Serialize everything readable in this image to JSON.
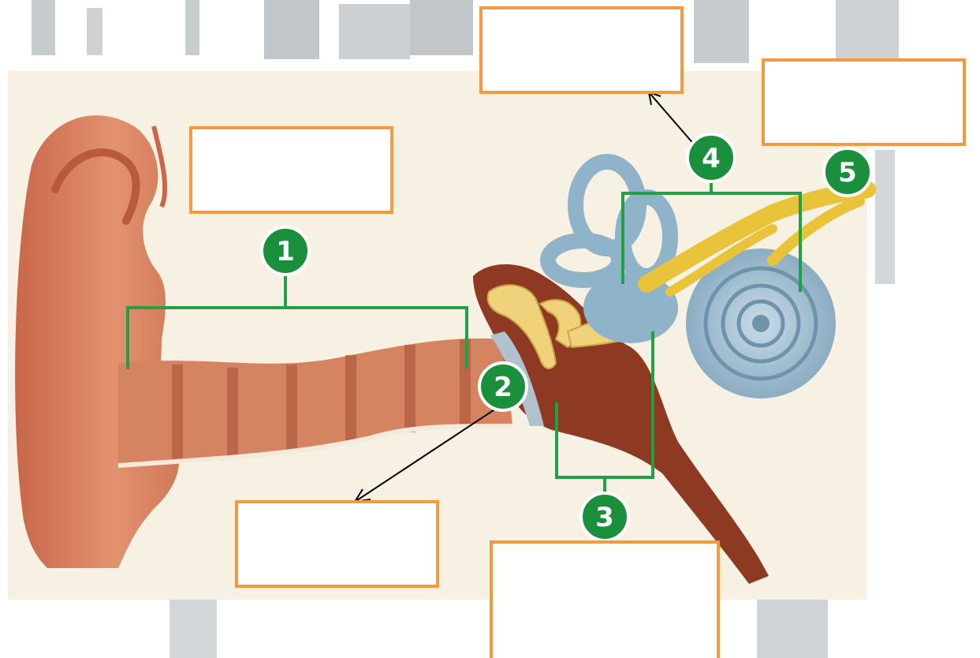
{
  "diagram": {
    "subject": "human-ear-cross-section",
    "badges": [
      {
        "id": "1",
        "label": "1"
      },
      {
        "id": "2",
        "label": "2"
      },
      {
        "id": "3",
        "label": "3"
      },
      {
        "id": "4",
        "label": "4"
      },
      {
        "id": "5",
        "label": "5"
      }
    ],
    "answer_boxes": [
      {
        "id": "box-top-left",
        "value": ""
      },
      {
        "id": "box-top-center",
        "value": ""
      },
      {
        "id": "box-top-right",
        "value": ""
      },
      {
        "id": "box-bottom-left",
        "value": ""
      },
      {
        "id": "box-bottom-center",
        "value": ""
      }
    ],
    "colors": {
      "badge_fill": "#1A8F3C",
      "badge_ring": "#FFFFFF",
      "bracket": "#21A045",
      "box_border": "#F39A3E",
      "skin": "#D9805A",
      "canal_dark": "#9A4A2E",
      "middle_ear": "#8E3A22",
      "bones": "#EFD27A",
      "cochlea": "#8FB3C9",
      "nerve": "#E9C43B",
      "background": "#F7F1E3"
    }
  }
}
